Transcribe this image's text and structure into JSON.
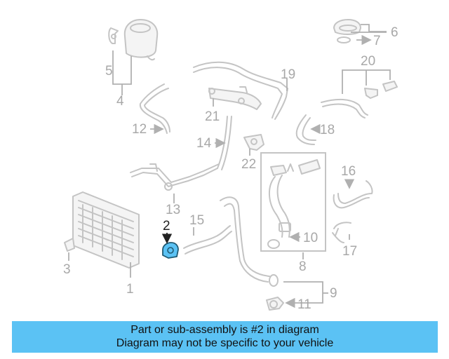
{
  "diagram": {
    "highlighted_part": "2",
    "highlight_color": "#5bc2f4",
    "callouts": [
      "1",
      "2",
      "3",
      "4",
      "5",
      "6",
      "7",
      "8",
      "9",
      "10",
      "11",
      "12",
      "13",
      "14",
      "15",
      "16",
      "17",
      "18",
      "19",
      "20",
      "21",
      "22"
    ]
  },
  "banner": {
    "line1": "Part or sub-assembly is #2 in diagram",
    "line2": "Diagram may not be specific to your vehicle",
    "background": "#5bc2f4"
  }
}
